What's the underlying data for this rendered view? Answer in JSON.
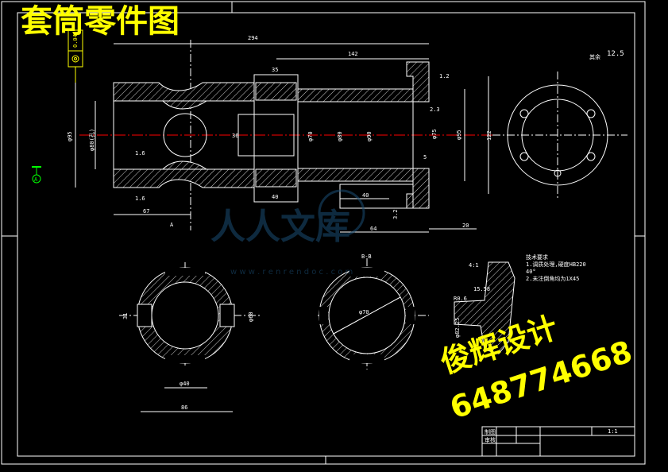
{
  "title": "套筒零件图",
  "watermark": {
    "brand": "人人文库",
    "url": "w w w . r e n r e n d o c . c o m"
  },
  "stamp": {
    "name": "俊辉设计",
    "number": "648774668"
  },
  "tolerance": {
    "value": "0.04"
  },
  "roughness_default": {
    "label": "其余",
    "value": "12.5"
  },
  "datum_label": "A",
  "dims_top": {
    "overall": "294",
    "right_len": "142",
    "d1": "35",
    "chamfer": "1.2",
    "n23": "2.3",
    "s5": "5"
  },
  "dims_left": {
    "d95": "φ95",
    "d80": "φ80(孔)",
    "r16a": "1.6",
    "r16b": "1.6",
    "len67": "67"
  },
  "dims_mid": {
    "d36": "36",
    "d70": "φ70",
    "d80": "φ80",
    "d90": "φ90",
    "d40": "40",
    "d75": "φ75",
    "d95": "φ95",
    "d122": "122"
  },
  "dims_bottom": {
    "d40": "40",
    "d64": "64",
    "d20": "20",
    "r32": "3.2"
  },
  "section_labels": {
    "a": "A",
    "b": "B-B"
  },
  "section_left": {
    "d31": "31",
    "d60": "φ60",
    "d40b": "φ40",
    "d86": "86"
  },
  "section_mid": {
    "d70": "φ70"
  },
  "detail": {
    "scale": "4:1",
    "r06": "R0.6",
    "d1558": "15.58",
    "d8225": "φ82.25"
  },
  "notes": {
    "heading": "技术要求",
    "line1": "1.调质处理,硬度HB220",
    "line2": "40°",
    "line3": "2.未注倒角均为1X45"
  },
  "title_block": {
    "scale": "1:1",
    "drawn": "制图",
    "checked": "审核"
  }
}
